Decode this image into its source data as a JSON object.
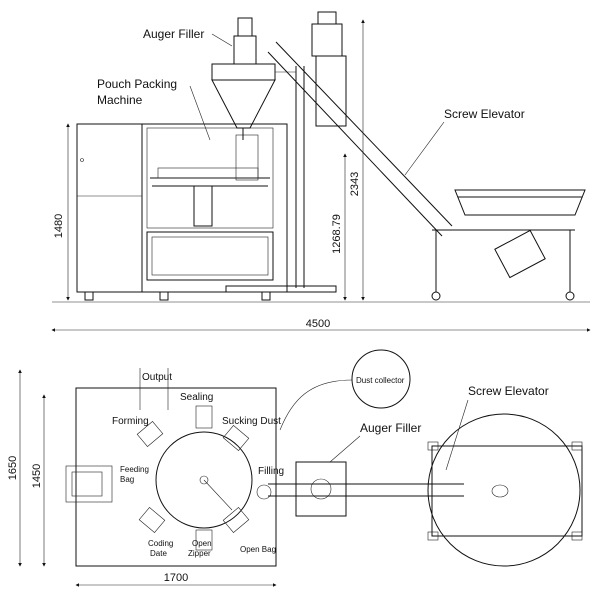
{
  "side_view": {
    "labels": {
      "auger_filler": "Auger Filler",
      "pouch_line1": "Pouch Packing",
      "pouch_line2": "Machine",
      "screw_elevator": "Screw Elevator"
    },
    "dimensions": {
      "height_machine": "1480",
      "height_filler": "1268.79",
      "height_total": "2343",
      "length_total": "4500"
    }
  },
  "top_view": {
    "labels": {
      "dust_collector": "Dust collector",
      "auger_filler": "Auger Filler",
      "screw_elevator": "Screw Elevator",
      "output": "Output",
      "sealing": "Sealing",
      "forming": "Forming",
      "sucking_dust": "Sucking Dust",
      "feeding_bag_1": "Feeding",
      "feeding_bag_2": "Bag",
      "filling": "Filling",
      "coding_1": "Coding",
      "coding_2": "Date",
      "open_zipper_1": "Open",
      "open_zipper_2": "Zipper",
      "open_bag": "Open Bag"
    },
    "dimensions": {
      "depth_outer": "1650",
      "depth_inner": "1450",
      "width": "1700"
    }
  }
}
